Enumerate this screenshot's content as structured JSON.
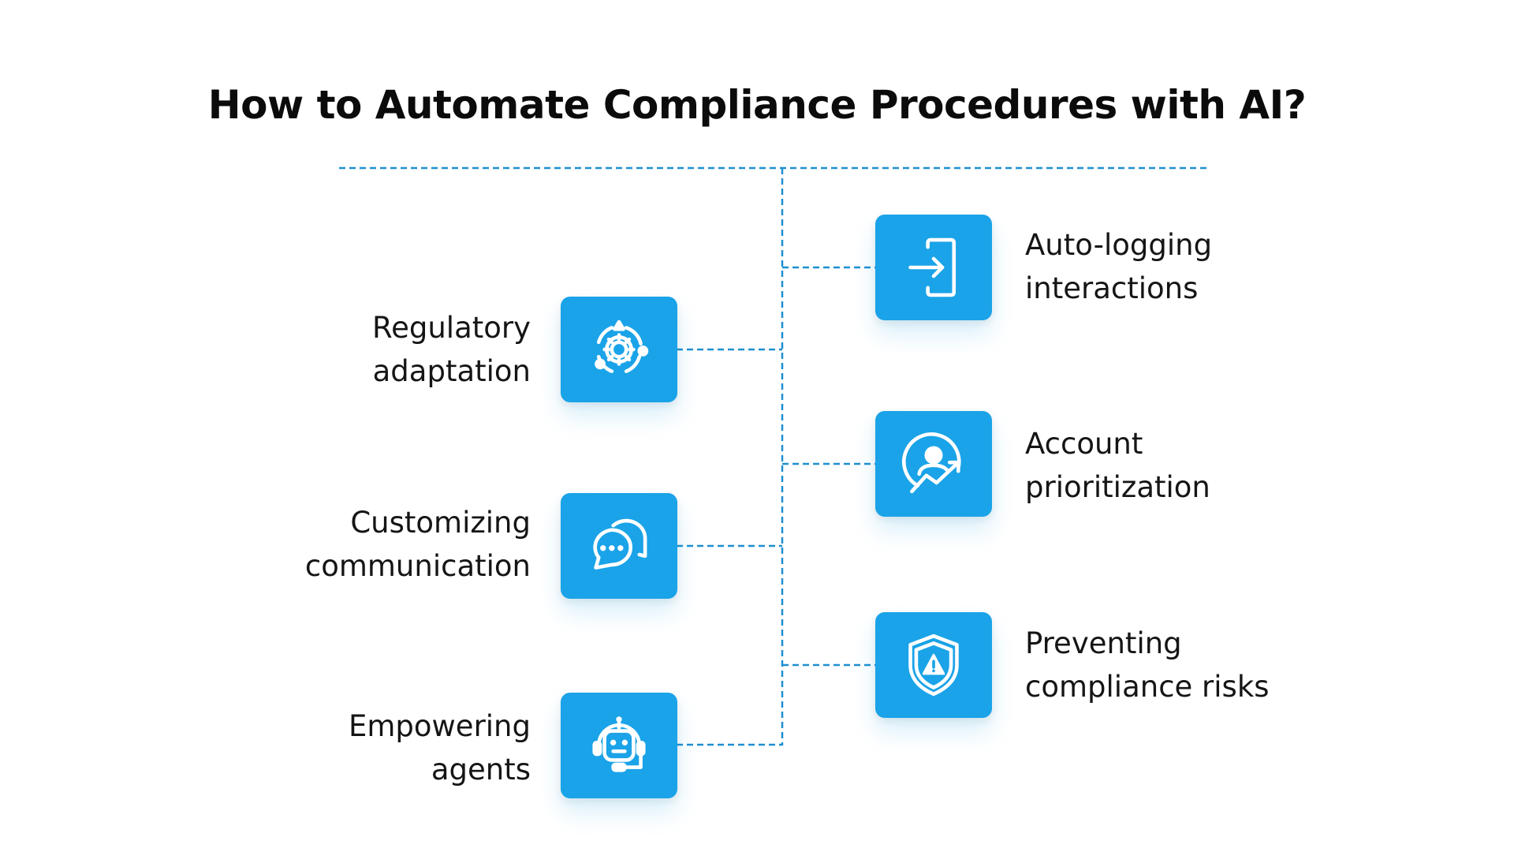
{
  "title": "How to Automate Compliance Procedures with AI?",
  "colors": {
    "accent": "#1aa3e8",
    "connector": "#1f8fcf",
    "text": "#151515"
  },
  "left_items": [
    {
      "line1": "Regulatory",
      "line2": "adaptation",
      "icon": "gear-cycle-icon"
    },
    {
      "line1": "Customizing",
      "line2": "communication",
      "icon": "chat-bubbles-icon"
    },
    {
      "line1": "Empowering",
      "line2": "agents",
      "icon": "robot-headset-icon"
    }
  ],
  "right_items": [
    {
      "line1": "Auto-logging",
      "line2": "interactions",
      "icon": "login-arrow-icon"
    },
    {
      "line1": "Account",
      "line2": "prioritization",
      "icon": "user-growth-icon"
    },
    {
      "line1": "Preventing",
      "line2": "compliance risks",
      "icon": "shield-warning-icon"
    }
  ]
}
